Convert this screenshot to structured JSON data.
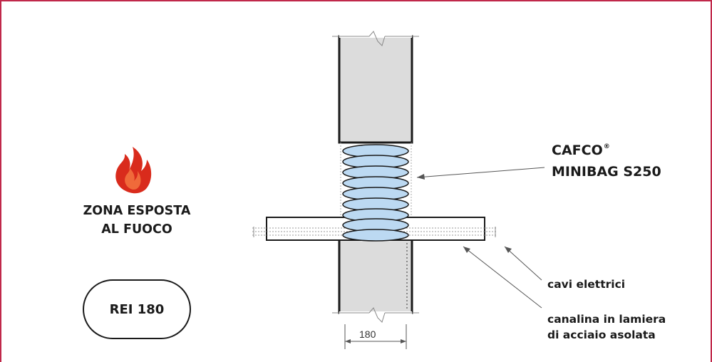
{
  "zone": {
    "line1": "ZONA ESPOSTA",
    "line2": "AL FUOCO",
    "icon": "flame-icon"
  },
  "badge": {
    "label": "REI 180"
  },
  "product": {
    "line1": "CAFCO",
    "registered": "®",
    "line2": "MINIBAG S250"
  },
  "callouts": {
    "cables": "cavi elettrici",
    "tray_line1": "canalina in lamiera",
    "tray_line2": "di acciaio asolata"
  },
  "dimension": {
    "value": "180"
  },
  "colors": {
    "frame": "#c0284a",
    "wall": "#dcdcdc",
    "bag_fill": "#bcd9f2",
    "flame": "#d92b1c"
  }
}
